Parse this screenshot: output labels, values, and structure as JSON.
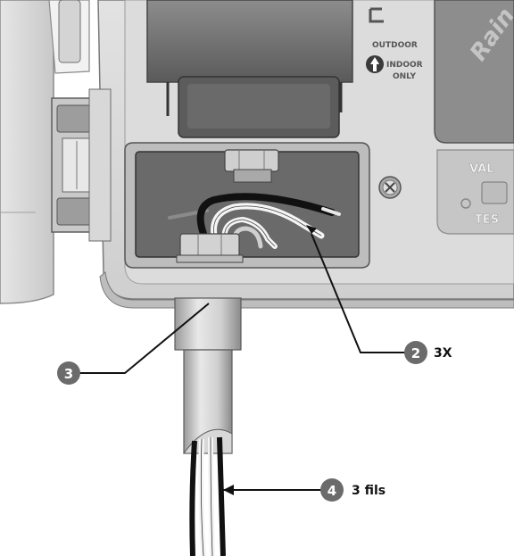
{
  "controller": {
    "rating_label_1": "OUTDOOR",
    "rating_label_2": "INDOOR",
    "rating_label_3": "ONLY",
    "brand_fragment": "Rain",
    "valve_label_fragment": "VAL",
    "test_label_fragment": "TES"
  },
  "callouts": [
    {
      "number": "2",
      "text": "3X"
    },
    {
      "number": "3",
      "text": ""
    },
    {
      "number": "4",
      "text": "3 fils"
    }
  ],
  "colors": {
    "callout_fill": "#6b6b6b",
    "wire_black": "#111111",
    "wire_white": "#f5f5f5",
    "housing": "#d9d9d9",
    "compartment": "#666666"
  }
}
